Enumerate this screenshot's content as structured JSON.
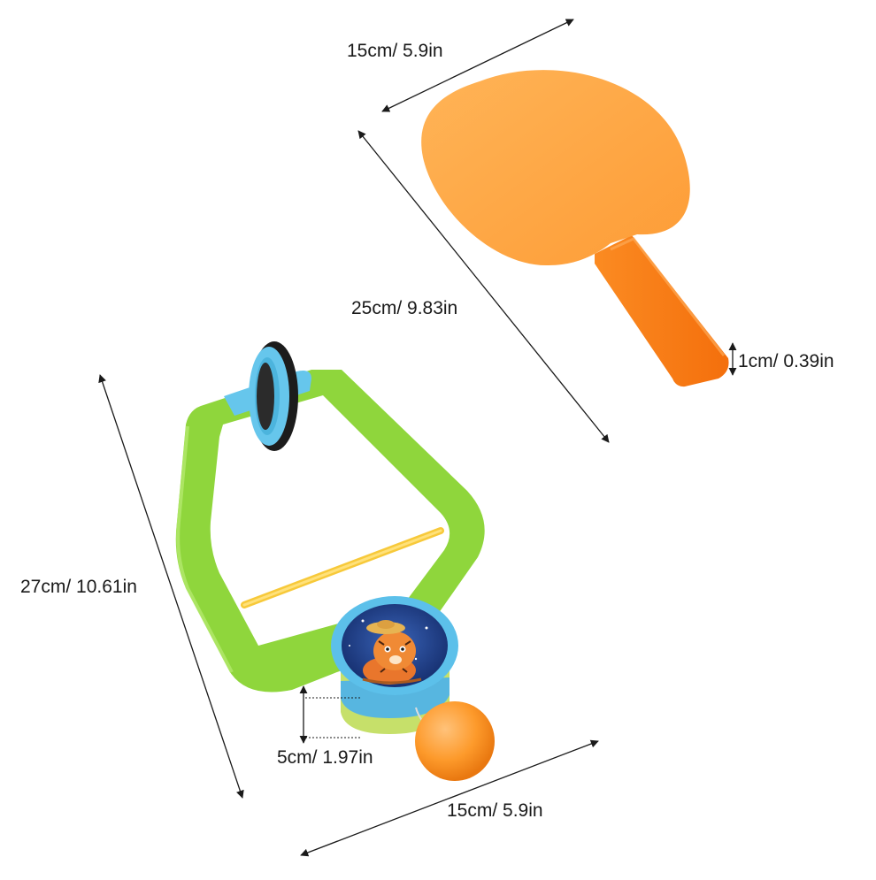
{
  "dimensions": {
    "paddle_width": "15cm/ 5.9in",
    "paddle_length": "25cm/ 9.83in",
    "paddle_thickness": "1cm/ 0.39in",
    "trainer_length": "27cm/ 10.61in",
    "ball_drop": "5cm/ 1.97in",
    "trainer_width": "15cm/ 5.9in"
  },
  "colors": {
    "paddle": "#fda441",
    "paddle_handle": "#fb7e18",
    "frame": "#8fd63c",
    "clip": "#66c6ec",
    "ball": "#fd9a2b",
    "spring": "#f7c93a",
    "badge_bg": "#1f3e86"
  },
  "icons": {
    "trainer_badge": "tiger-cartoon-icon"
  }
}
